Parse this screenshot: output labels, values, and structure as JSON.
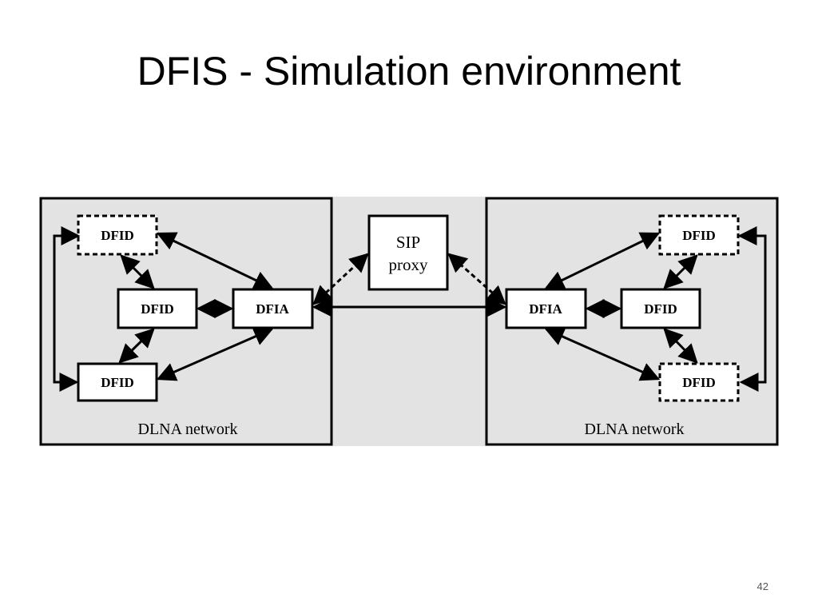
{
  "slide": {
    "title": "DFIS - Simulation environment",
    "page_number": "42"
  },
  "diagram": {
    "left_network": {
      "label": "DLNA network",
      "dfid_top": "DFID",
      "dfid_middle": "DFID",
      "dfid_bottom": "DFID",
      "dfia": "DFIA"
    },
    "sip_proxy": {
      "line1": "SIP",
      "line2": "proxy"
    },
    "right_network": {
      "label": "DLNA network",
      "dfid_top": "DFID",
      "dfid_middle": "DFID",
      "dfid_bottom": "DFID",
      "dfia": "DFIA"
    }
  }
}
